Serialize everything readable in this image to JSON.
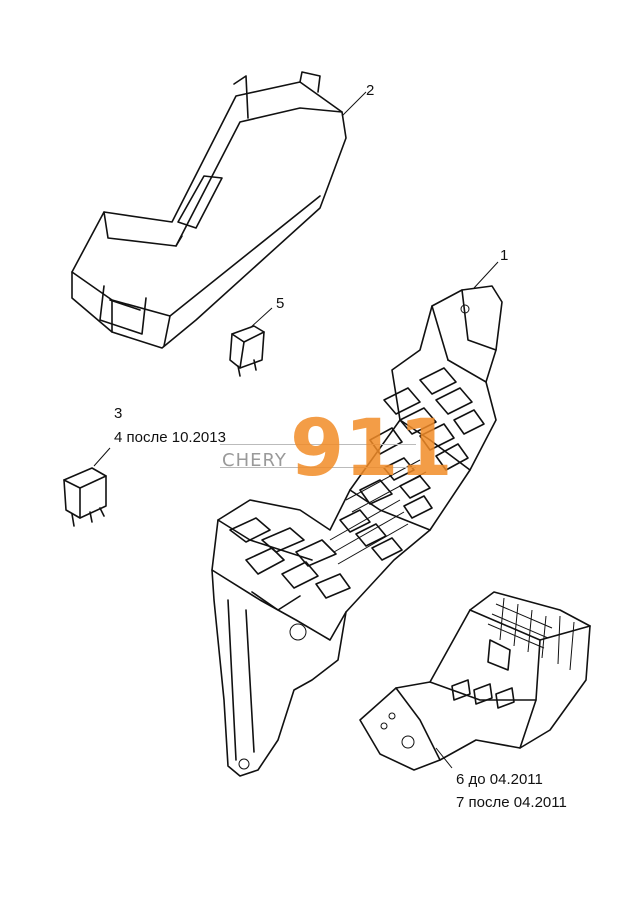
{
  "callouts": {
    "c1": "1",
    "c2": "2",
    "c3": "3",
    "c4": "4  после 10.2013",
    "c5": "5",
    "c6": "6  до 04.2011",
    "c7": "7  после 04.2011"
  },
  "watermark": {
    "text": "CHERY",
    "number": "911",
    "color": "#f28c28"
  }
}
